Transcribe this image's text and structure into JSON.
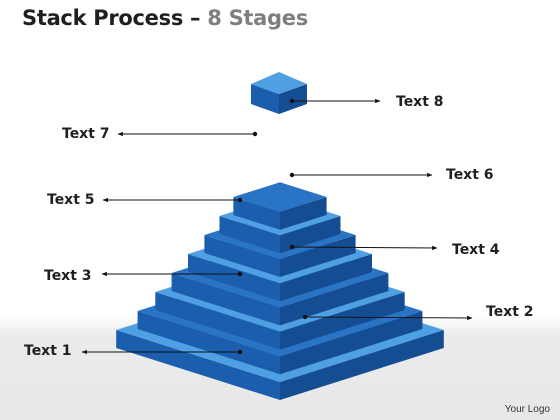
{
  "title": {
    "main": "Stack Process",
    "dash": " – ",
    "sub": "8 Stages"
  },
  "stages": [
    {
      "label": "Text 1"
    },
    {
      "label": "Text 2"
    },
    {
      "label": "Text 3"
    },
    {
      "label": "Text 4"
    },
    {
      "label": "Text 5"
    },
    {
      "label": "Text 6"
    },
    {
      "label": "Text 7"
    },
    {
      "label": "Text 8"
    }
  ],
  "logo": "Your Logo",
  "colors": {
    "top_light": "#4f9fe3",
    "top_dark": "#2a74c6",
    "left_face": "#1c5eae",
    "right_face": "#154d92",
    "arrow": "#111111"
  }
}
